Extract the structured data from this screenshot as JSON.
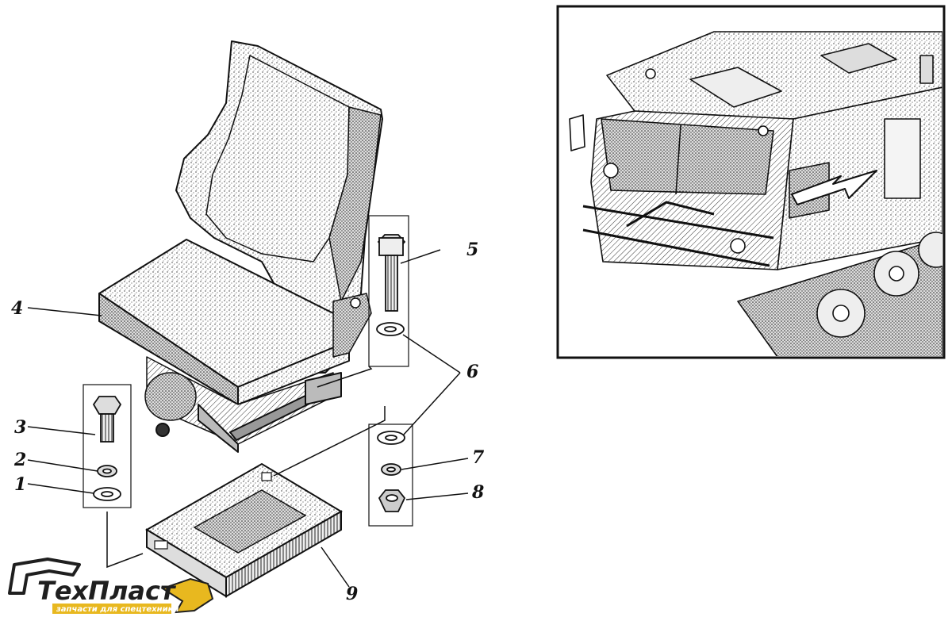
{
  "callouts": {
    "c1": "1",
    "c2": "2",
    "c3": "3",
    "c4": "4",
    "c5": "5",
    "c6": "6",
    "c7": "7",
    "c8": "8",
    "c9": "9"
  },
  "logo": {
    "brand_prefix": "Тех",
    "brand_suffix": "Пласт",
    "tagline": "запчасти для спецтехники",
    "accent_color": "#e8b81f",
    "dark_color": "#1f1f1f"
  },
  "colors": {
    "ink": "#111111",
    "paper": "#ffffff"
  }
}
